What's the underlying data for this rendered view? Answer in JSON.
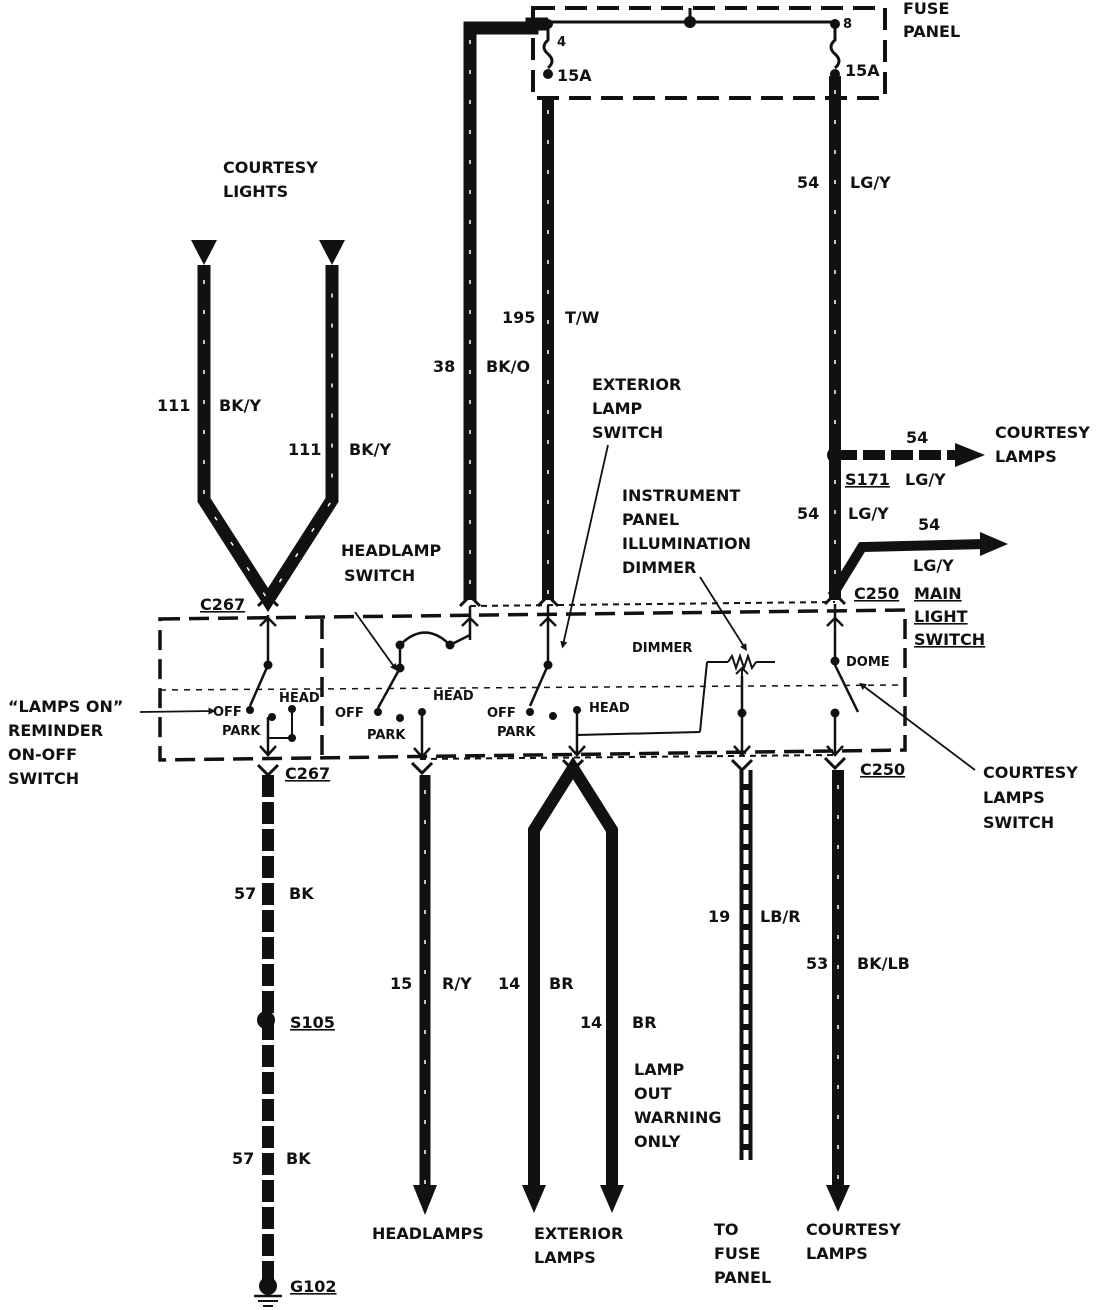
{
  "fuse_panel": {
    "title_line1": "FUSE",
    "title_line2": "PANEL",
    "fuse_left_num": "4",
    "fuse_left_rating": "15A",
    "fuse_right_num": "8",
    "fuse_right_rating": "15A"
  },
  "courtesy_lights": {
    "line1": "COURTESY",
    "line2": "LIGHTS"
  },
  "wires": {
    "w111_left": {
      "num": "111",
      "color": "BK/Y"
    },
    "w111_right": {
      "num": "111",
      "color": "BK/Y"
    },
    "w38": {
      "num": "38",
      "color": "BK/O"
    },
    "w195": {
      "num": "195",
      "color": "T/W"
    },
    "w54_top": {
      "num": "54",
      "color": "LG/Y"
    },
    "w54_s171": {
      "num": "54",
      "color": "LG/Y"
    },
    "w54_mid": {
      "num": "54",
      "color": "LG/Y"
    },
    "w54_c250": {
      "num": "54",
      "color": "LG/Y"
    },
    "w57_top": {
      "num": "57",
      "color": "BK"
    },
    "w57_bottom": {
      "num": "57",
      "color": "BK"
    },
    "w15": {
      "num": "15",
      "color": "R/Y"
    },
    "w14_left": {
      "num": "14",
      "color": "BR"
    },
    "w14_right": {
      "num": "14",
      "color": "BR"
    },
    "w19": {
      "num": "19",
      "color": "LB/R"
    },
    "w53": {
      "num": "53",
      "color": "BK/LB"
    }
  },
  "labels": {
    "exterior_lamp_switch": [
      "EXTERIOR",
      "LAMP",
      "SWITCH"
    ],
    "instrument_dimmer": [
      "INSTRUMENT",
      "PANEL",
      "ILLUMINATION",
      "DIMMER"
    ],
    "headlamp_switch": [
      "HEADLAMP",
      "SWITCH"
    ],
    "courtesy_lamps_s171": [
      "COURTESY",
      "LAMPS"
    ],
    "main_light_switch": [
      "MAIN",
      "LIGHT",
      "SWITCH"
    ],
    "lamps_on_reminder": [
      "“LAMPS ON”",
      "REMINDER",
      "ON-OFF",
      "SWITCH"
    ],
    "courtesy_lamps_switch": [
      "COURTESY",
      "LAMPS",
      "SWITCH"
    ],
    "lamp_out_warning": [
      "LAMP",
      "OUT",
      "WARNING",
      "ONLY"
    ],
    "dimmer": "DIMMER",
    "dome": "DOME",
    "off": "OFF",
    "head": "HEAD",
    "park": "PARK"
  },
  "connectors": {
    "c267_top": "C267",
    "c267_bottom": "C267",
    "c250_top": "C250",
    "c250_bottom": "C250",
    "s171": "S171",
    "s105": "S105",
    "g102": "G102"
  },
  "destinations": {
    "headlamps": "HEADLAMPS",
    "exterior_lamps": [
      "EXTERIOR",
      "LAMPS"
    ],
    "to_fuse_panel": [
      "TO",
      "FUSE",
      "PANEL"
    ],
    "courtesy_lamps": [
      "COURTESY",
      "LAMPS"
    ]
  }
}
